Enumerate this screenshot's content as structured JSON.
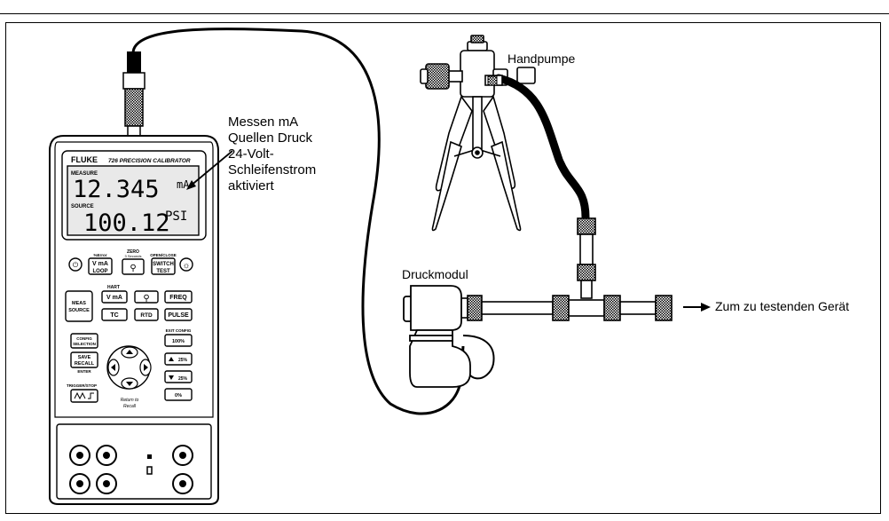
{
  "labels": {
    "callout": [
      "Messen mA",
      "Quellen Druck",
      "24-Volt-",
      "Schleifenstrom",
      "aktiviert"
    ],
    "hand_pump": "Handpumpe",
    "pressure_module": "Druckmodul",
    "device_under_test": "Zum zu testenden Gerät"
  },
  "calibrator": {
    "brand": "FLUKE",
    "model": "726 PRECISION CALIBRATOR",
    "display": {
      "measure_label": "MEASURE",
      "measure_value": "12.345",
      "measure_unit": "mA",
      "source_label": "SOURCE",
      "source_value": "100.12",
      "source_unit": "PSI"
    },
    "keys": {
      "pct_error": "%Error",
      "zero": "ZERO",
      "zero_sub": "3 Seconds",
      "open_close": "OPEN/CLOSE",
      "v_ma": "V mA",
      "loop": "LOOP",
      "switch": "SWITCH",
      "test": "TEST",
      "hart": "HART",
      "meas": "MEAS",
      "source": "SOURCE",
      "v_ma2": "V mA",
      "freq": "FREQ",
      "tc": "TC",
      "rtd": "RTD",
      "pulse": "PULSE",
      "config": "CONFIG",
      "selection": "SELECTION",
      "exit_config": "EXIT CONFIG",
      "pct100": "100%",
      "save": "SAVE",
      "recall": "RECALL",
      "enter": "ENTER",
      "up25": "25%",
      "down25": "25%",
      "pct0": "0%",
      "trigger_stop": "TRIGGER/STOP",
      "return_to": "Return to",
      "recall_small": "Recall"
    }
  },
  "colors": {
    "ink": "#000000",
    "paper": "#ffffff",
    "screen": "#e9e9e9",
    "body": "#f4f4f4"
  }
}
